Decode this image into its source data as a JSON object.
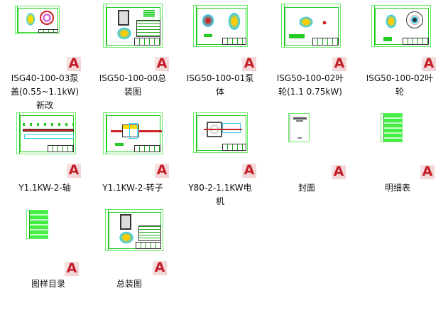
{
  "view": "large-icons",
  "file_type_icon": "autocad-dwg-icon",
  "accent_colors": {
    "autocad_red": "#c41d28",
    "cad_green": "#22cc22"
  },
  "files": [
    {
      "label": "ISG40-100-03泵\n盖(0.55~1.1kW)\n新改",
      "thumb": "landscape-drawing"
    },
    {
      "label": "ISG50-100-00总\n装图",
      "thumb": "landscape-drawing"
    },
    {
      "label": "ISG50-100-01泵\n体",
      "thumb": "landscape-drawing"
    },
    {
      "label": "ISG50-100-02叶\n轮(1.1 0.75kW)",
      "thumb": "landscape-drawing"
    },
    {
      "label": "ISG50-100-02叶\n轮",
      "thumb": "landscape-drawing"
    },
    {
      "label": "Y1.1KW-2-轴",
      "thumb": "landscape-drawing"
    },
    {
      "label": "Y1.1KW-2-转子",
      "thumb": "landscape-drawing"
    },
    {
      "label": "Y80-2-1.1KW电\n机",
      "thumb": "landscape-drawing"
    },
    {
      "label": "封面",
      "thumb": "portrait-cover"
    },
    {
      "label": "明细表",
      "thumb": "portrait-table"
    },
    {
      "label": "图样目录",
      "thumb": "portrait-table"
    },
    {
      "label": "总装图",
      "thumb": "landscape-drawing"
    }
  ],
  "acad_glyph": "A"
}
